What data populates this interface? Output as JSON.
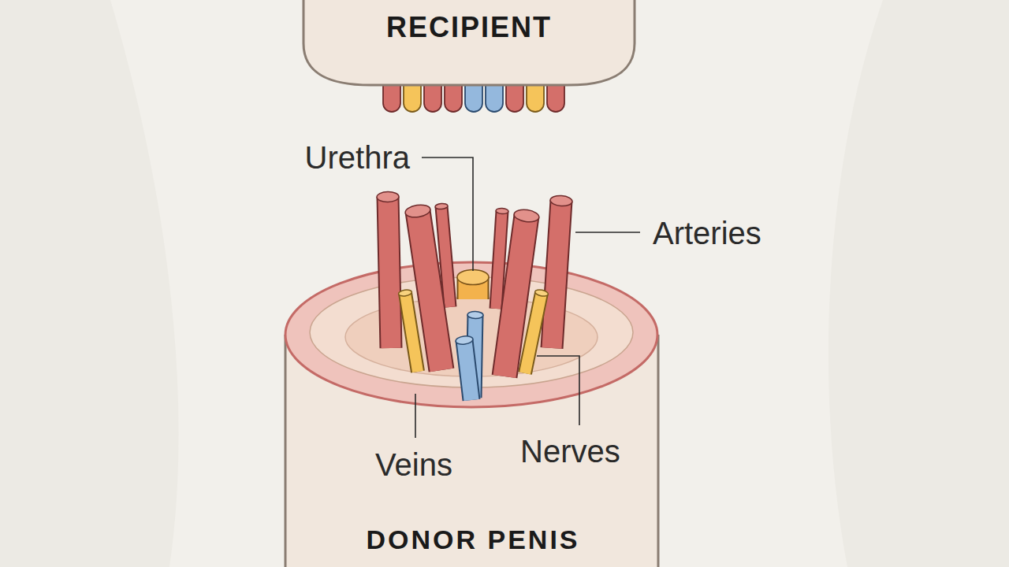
{
  "diagram": {
    "nodes": [
      {
        "text": [
          "RECIPIENT"
        ]
      },
      {
        "text": [
          "DONOR PENIS"
        ]
      }
    ],
    "labels": [
      "Urethra",
      "Arteries",
      "Veins",
      "Nerves"
    ]
  }
}
